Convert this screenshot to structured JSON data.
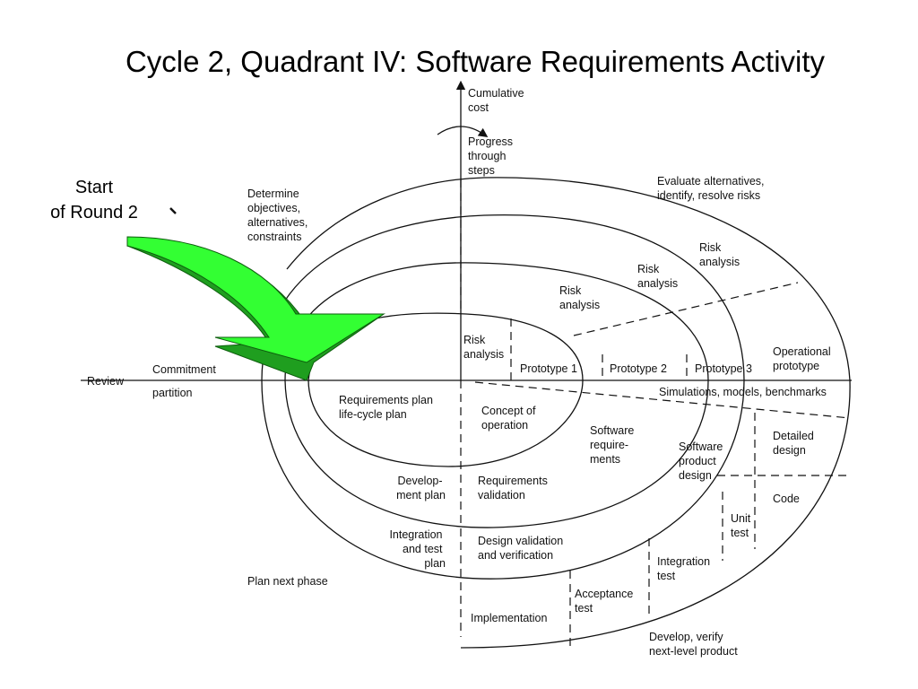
{
  "title": "Cycle 2, Quadrant IV: Software Requirements Activity",
  "start_label": [
    "Start",
    "of Round 2"
  ],
  "colors": {
    "arrow_fill": "#33ff33",
    "arrow_shade": "#1f9e1f",
    "line": "#111111"
  },
  "axis": {
    "cumulative_cost": [
      "Cumulative",
      "cost"
    ],
    "progress": [
      "Progress",
      "through",
      "steps"
    ],
    "review": "Review",
    "commitment": "Commitment",
    "partition": "partition"
  },
  "quadrants": {
    "determine": [
      "Determine",
      "objectives,",
      "alternatives,",
      "constraints"
    ],
    "evaluate": [
      "Evaluate alternatives,",
      "identify, resolve risks"
    ],
    "plan_next": "Plan next phase",
    "develop_verify": [
      "Develop, verify",
      "next-level product"
    ]
  },
  "risk_labels": {
    "risk1": [
      "Risk",
      "analysis"
    ],
    "risk2": [
      "Risk",
      "analysis"
    ],
    "risk3": [
      "Risk",
      "analysis"
    ],
    "risk4": [
      "Risk",
      "analysis"
    ]
  },
  "prototypes": {
    "p1": "Prototype 1",
    "p2": "Prototype 2",
    "p3": "Prototype 3",
    "operational": [
      "Operational",
      "prototype"
    ]
  },
  "simulations": "Simulations, models, benchmarks",
  "activities": {
    "req_plan": [
      "Requirements plan",
      "life-cycle plan"
    ],
    "concept": [
      "Concept of",
      "operation"
    ],
    "sw_req": [
      "Software",
      "require-",
      "ments"
    ],
    "sw_product": [
      "Software",
      "product",
      "design"
    ],
    "detailed": [
      "Detailed",
      "design"
    ],
    "code": "Code",
    "unit_test": [
      "Unit",
      "test"
    ],
    "integration_test": [
      "Integration",
      "test"
    ],
    "acceptance_test": [
      "Acceptance",
      "test"
    ],
    "implementation": "Implementation",
    "dev_plan": [
      "Develop-",
      "ment plan"
    ],
    "req_validation": [
      "Requirements",
      "validation"
    ],
    "integration_plan": [
      "Integration",
      "and test",
      "plan"
    ],
    "design_validation": [
      "Design validation",
      "and verification"
    ]
  }
}
